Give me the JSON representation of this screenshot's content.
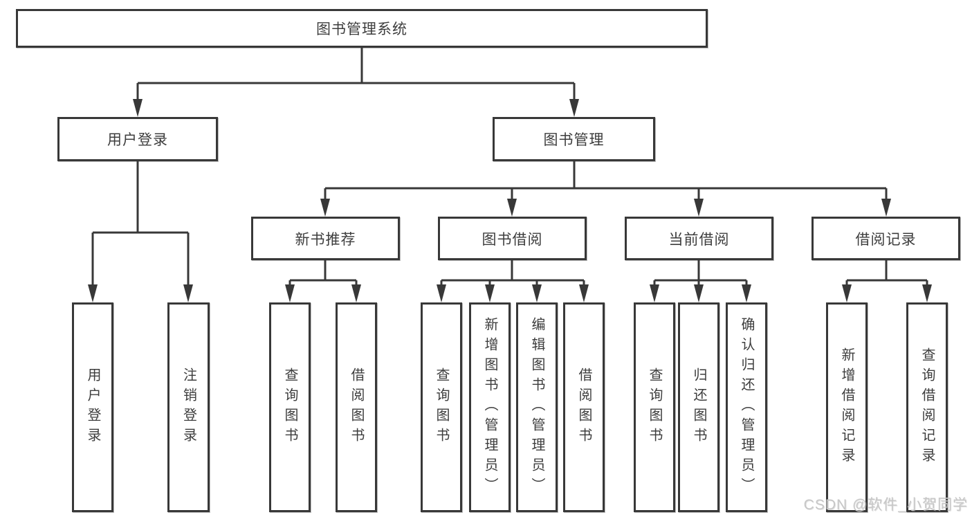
{
  "diagram": {
    "root": "图书管理系统",
    "level1": [
      "用户登录",
      "图书管理"
    ],
    "level2": [
      "新书推荐",
      "图书借阅",
      "当前借阅",
      "借阅记录"
    ],
    "leaves": {
      "login": [
        "用户登录",
        "注销登录"
      ],
      "recommend": [
        "查询图书",
        "借阅图书"
      ],
      "borrow": [
        "查询图书",
        "新增图书（管理员）",
        "编辑图书（管理员）",
        "借阅图书"
      ],
      "current": [
        "查询图书",
        "归还图书",
        "确认归还（管理员）"
      ],
      "records": [
        "新增借阅记录",
        "查询借阅记录"
      ]
    }
  },
  "watermark": "CSDN @软件_小贺同学",
  "colors": {
    "line": "#383838",
    "text": "#3d3d3d",
    "watermark": "#c7c7c7"
  }
}
